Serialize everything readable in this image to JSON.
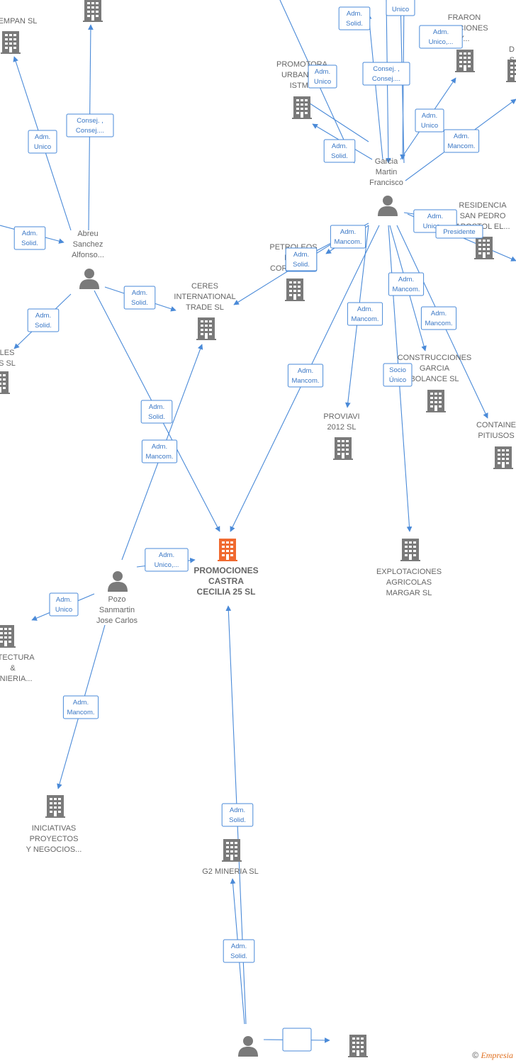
{
  "colors": {
    "edge": "#4a8ad8",
    "node": "#7a7a7a",
    "main_node": "#f06a30",
    "label": "#666666"
  },
  "nodes": {
    "empan": {
      "type": "company",
      "label": [
        "EMPAN  SL"
      ]
    },
    "top_building": {
      "type": "company",
      "label": []
    },
    "promotora": {
      "type": "company",
      "label": [
        "PROMOTORA",
        "URBANIS...",
        "ISTMO"
      ]
    },
    "fraron": {
      "type": "company",
      "label": [
        "FRARON",
        "...UCCIONES",
        "Y..."
      ]
    },
    "right_top": {
      "type": "company",
      "label": [
        "D",
        "S"
      ]
    },
    "garcia": {
      "type": "person",
      "label": [
        "Garcia",
        "Martin",
        "Francisco"
      ]
    },
    "residencia": {
      "type": "company",
      "label": [
        "RESIDENCIA",
        "SAN PEDRO",
        "APOSTOL EL..."
      ]
    },
    "abreu": {
      "type": "person",
      "label": [
        "Abreu",
        "Sanchez",
        "Alfonso..."
      ]
    },
    "petroleos": {
      "type": "company",
      "label": [
        "PETROLEOS",
        "MA...",
        "CORPO...    SL"
      ]
    },
    "ceres": {
      "type": "company",
      "label": [
        "CERES",
        "INTERNATIONAL",
        "TRADE SL"
      ]
    },
    "les": {
      "type": "company",
      "label": [
        "LES",
        "S SL"
      ]
    },
    "construcciones": {
      "type": "company",
      "label": [
        "CONSTRUCCIONES",
        "GARCIA",
        "BOLANCE  SL"
      ]
    },
    "proviavi": {
      "type": "company",
      "label": [
        "PROVIAVI",
        "2012 SL"
      ]
    },
    "containe": {
      "type": "company",
      "label": [
        "CONTAINE",
        "PITIUSOS"
      ]
    },
    "explotaciones": {
      "type": "company",
      "label": [
        "EXPLOTACIONES",
        "AGRICOLAS",
        "MARGAR  SL"
      ]
    },
    "promociones": {
      "type": "main",
      "label": [
        "PROMOCIONES",
        "CASTRA",
        "CECILIA 25  SL"
      ]
    },
    "pozo": {
      "type": "person",
      "label": [
        "Pozo",
        "Sanmartin",
        "Jose Carlos"
      ]
    },
    "arquitectura": {
      "type": "company",
      "label": [
        "...TECTURA",
        "&",
        "...NIERIA..."
      ]
    },
    "iniciativas": {
      "type": "company",
      "label": [
        "INICIATIVAS",
        "PROYECTOS",
        "Y NEGOCIOS..."
      ]
    },
    "g2": {
      "type": "company",
      "label": [
        "G2 MINERIA  SL"
      ]
    },
    "bottom_person": {
      "type": "person",
      "label": [
        "..."
      ]
    },
    "bottom_building": {
      "type": "company",
      "label": []
    }
  },
  "edge_labels": [
    [
      "Adm.",
      "Solid."
    ],
    [
      "",
      "Unico"
    ],
    [
      "Adm.",
      "Unico,..."
    ],
    [
      "Adm.",
      "Unico"
    ],
    [
      "Consej. ,",
      "Consej...."
    ],
    [
      "Adm.",
      "Solid."
    ],
    [
      "Adm.",
      "Unico"
    ],
    [
      "Adm.",
      "Mancom."
    ],
    [
      "Consej. ,",
      "Consej...."
    ],
    [
      "Adm.",
      "Unico"
    ],
    [
      "Adm.",
      "Solid."
    ],
    [
      "Adm.",
      "Unico,..."
    ],
    [
      "Presidente"
    ],
    [
      "Adm.",
      "Mancom."
    ],
    [
      "Adm.",
      "Solid."
    ],
    [
      "Adm.",
      "Solid."
    ],
    [
      "Adm.",
      "Solid."
    ],
    [
      "Adm.",
      "Solid."
    ],
    [
      "Adm.",
      "Mancom."
    ],
    [
      "Adm.",
      "Mancom."
    ],
    [
      "Adm.",
      "Mancom."
    ],
    [
      "Socio",
      "Único"
    ],
    [
      "Adm.",
      "Mancom."
    ],
    [
      "Adm.",
      "Solid."
    ],
    [
      "Adm.",
      "Mancom."
    ],
    [
      "Adm.",
      "Unico,..."
    ],
    [
      "Adm.",
      "Unico"
    ],
    [
      "Adm.",
      "Mancom."
    ],
    [
      "Adm.",
      "Solid."
    ],
    [
      "Adm.",
      "Solid."
    ]
  ],
  "footer": {
    "copyright": "©",
    "brand": "Empresia"
  }
}
